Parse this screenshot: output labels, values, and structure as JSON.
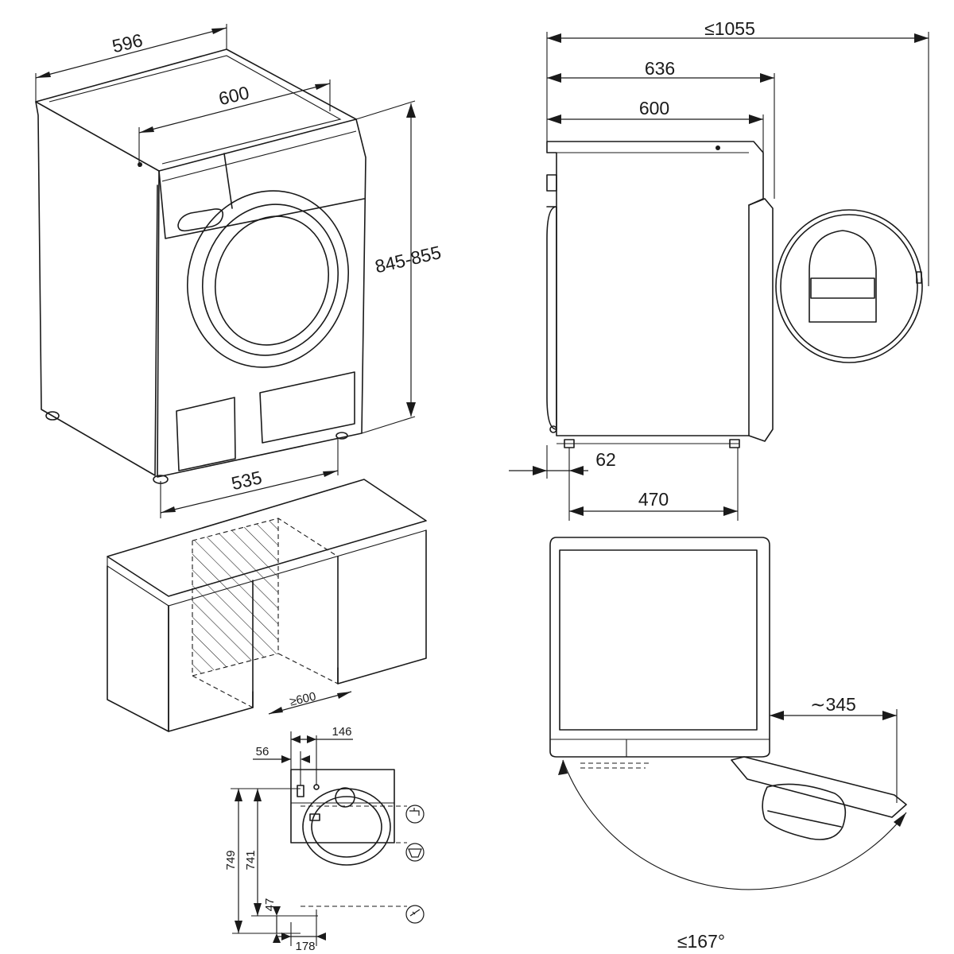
{
  "dimensions": {
    "width_596": "596",
    "depth_600_front": "600",
    "height": "845-855",
    "base_535": "535",
    "max_depth_door_open": "≤1055",
    "depth_636": "636",
    "depth_600_side": "600",
    "foot_62": "62",
    "feet_470": "470",
    "niche_min": "≥600",
    "door_swing_345": "∼345",
    "door_angle": "≤167°",
    "conn_146": "146",
    "conn_56": "56",
    "conn_749": "749",
    "conn_741": "741",
    "conn_47": "47",
    "conn_178": "178"
  },
  "icons": {
    "water_inlet": "tap-icon",
    "drain": "drain-icon",
    "power": "power-plug-icon"
  }
}
